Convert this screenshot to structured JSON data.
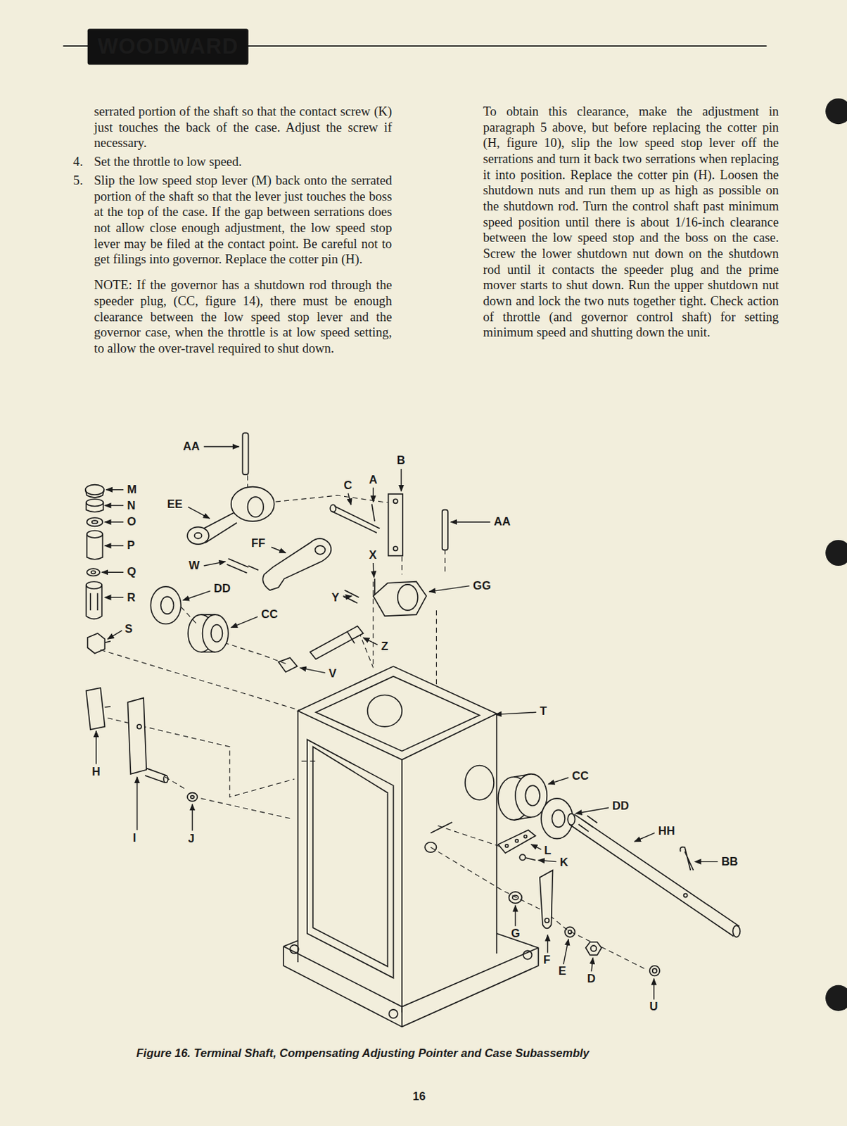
{
  "diagram": {
    "caption": "Figure 16. Terminal Shaft, Compensating Adjusting Pointer and Case Subassembly",
    "nodes": [
      {
        "text": [
          "WOODWARD"
        ]
      }
    ],
    "labels": [
      "serrated portion of the shaft so that the contact screw (K) just touches the back of the case. Adjust the screw if necessary.",
      "4.",
      "Set the throttle to low speed.",
      "5.",
      "Slip the low speed stop lever (M) back onto the serrated portion of the shaft so that the lever just touches the boss at the top of the case. If the gap between serrations does not allow close enough adjustment, the low speed stop lever may be filed at the contact point. Be careful not to get filings into governor. Replace the cotter pin (H).",
      "NOTE: If the governor has a shutdown rod through the speeder plug, (CC, figure 14), there must be enough clearance between the low speed stop lever and the governor case, when the throttle is at low speed setting, to allow the over-travel required to shut down.",
      "To obtain this clearance, make the adjustment in paragraph 5 above, but before replacing the cotter pin (H, figure 10), slip the low speed stop lever off the serrations and turn it back two serrations when replacing it into position. Replace the cotter pin (H). Loosen the shutdown nuts and run them up as high as possible on the shutdown rod. Turn the control shaft past minimum speed position until there is about 1/16-inch clearance between the low speed stop and the boss on the case. Screw the lower shutdown nut down on the shutdown rod until it contacts the speeder plug and the prime mover starts to shut down. Run the upper shutdown nut down and lock the two nuts together tight. Check action of throttle (and governor control shaft) for setting minimum speed and shutting down the unit.",
      "AA",
      "B",
      "C",
      "A",
      "AA",
      "M",
      "N",
      "O",
      "P",
      "Q",
      "R",
      "S",
      "EE",
      "FF",
      "W",
      "DD",
      "X",
      "Y",
      "GG",
      "CC",
      "Z",
      "V",
      "T",
      "H",
      "I",
      "J",
      "CC",
      "DD",
      "HH",
      "BB",
      "L",
      "K",
      "G",
      "F",
      "E",
      "D",
      "U",
      "16"
    ]
  }
}
